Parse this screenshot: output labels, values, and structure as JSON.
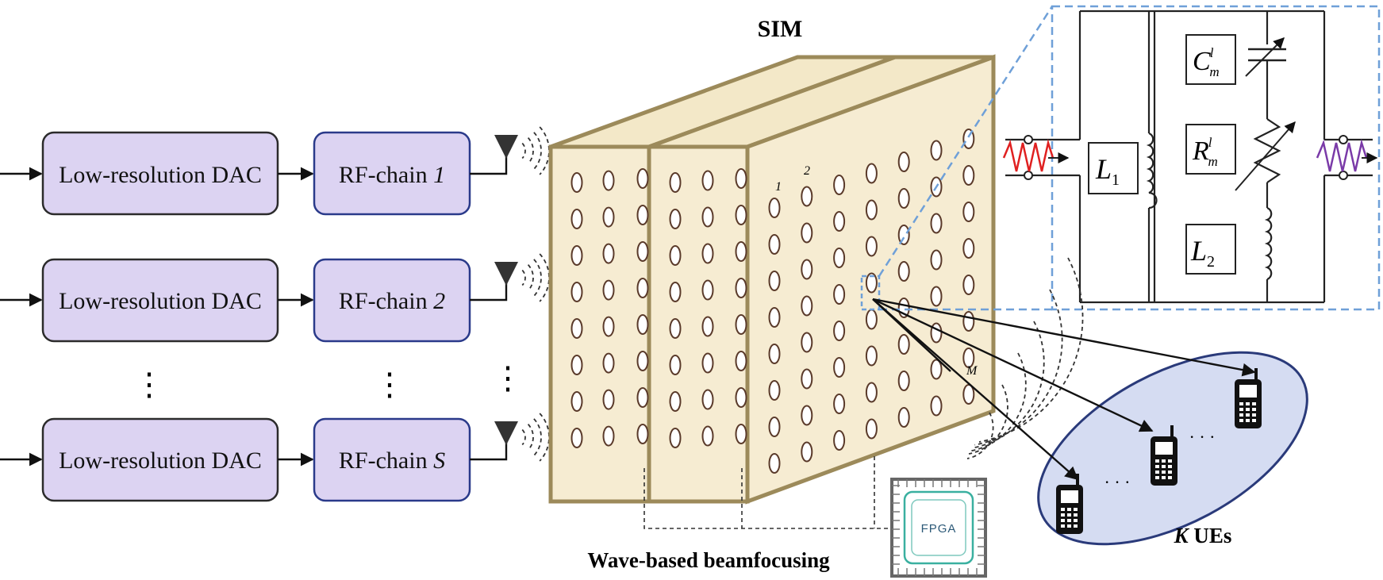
{
  "title": "SIM",
  "caption": "Wave-based beamfocusing",
  "chains": [
    {
      "dac_label": "Low-resolution DAC",
      "rf_prefix": "RF-chain ",
      "rf_index": "1"
    },
    {
      "dac_label": "Low-resolution DAC",
      "rf_prefix": "RF-chain ",
      "rf_index": "2"
    },
    {
      "dac_label": "Low-resolution DAC",
      "rf_prefix": "RF-chain ",
      "rf_index": "S"
    }
  ],
  "ellipsis": "⋮",
  "meta_atom_labels": {
    "first": "1",
    "second": "2",
    "last": "M"
  },
  "fpga_label": "FPGA",
  "users": {
    "italic": "K",
    "suffix": " UEs",
    "ellipsis": "· · ·"
  },
  "circuit": {
    "L1": {
      "base": "L",
      "sub": "1"
    },
    "L2": {
      "base": "L",
      "sub": "2"
    },
    "C": {
      "base": "C",
      "sup": "l",
      "sub": "m"
    },
    "R": {
      "base": "R",
      "sup": "l",
      "sub": "m"
    }
  },
  "colors": {
    "block_fill": "#dcd3f2",
    "rf_border": "#2a3a8a",
    "panel_fill": "#f6ecd2",
    "panel_edge": "#9c8a5a",
    "zoom_dash": "#6fa0d8",
    "ue_ellipse": "#d5dcf2",
    "input_wave": "#e02020",
    "output_wave": "#7a3aa8"
  }
}
